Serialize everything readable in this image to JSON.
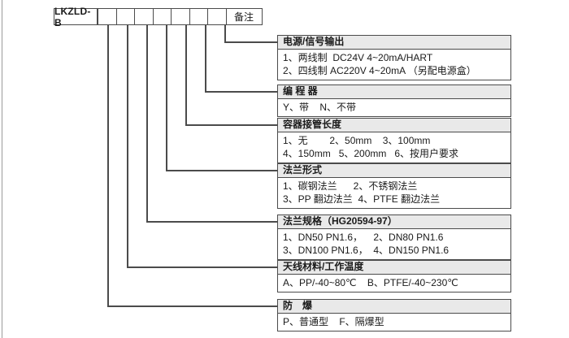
{
  "model_row": {
    "model_label": "LKZLD-B",
    "code_boxes": [
      "",
      "",
      "",
      "",
      "",
      "",
      ""
    ],
    "remark_label": "备注"
  },
  "tables": [
    {
      "title": "电源/信号输出",
      "lines": [
        "1、两线制  DC24V 4~20mA/HART",
        "2、四线制 AC220V 4~20mA （另配电源盒）"
      ]
    },
    {
      "title": "编 程 器",
      "lines": [
        "Y、带    N、不带"
      ]
    },
    {
      "title": "容器接管长度",
      "lines": [
        "1、无        2、50mm    3、100mm",
        "4、150mm   5、200mm   6、按用户要求"
      ]
    },
    {
      "title": "法兰形式",
      "lines": [
        "1、碳钢法兰      2、不锈钢法兰",
        "3、PP 翻边法兰  4、PTFE 翻边法兰"
      ]
    },
    {
      "title": "法兰规格（HG20594-97）",
      "lines": [
        "1、DN50 PN1.6，    2、DN80 PN1.6",
        "3、DN100 PN1.6，  4、DN150 PN1.6"
      ]
    },
    {
      "title": "天线材料/工作温度",
      "lines": [
        "A、PP/-40~80℃    B、PTFE/-40~230℃"
      ]
    },
    {
      "title": "防　爆",
      "lines": [
        "P、普通型    F、隔爆型"
      ]
    }
  ],
  "colors": {
    "border": "#4b4b4b",
    "header_bg": "#e9e9e9",
    "page_edge": "#9a9a9a",
    "text": "#1a1a1a"
  }
}
